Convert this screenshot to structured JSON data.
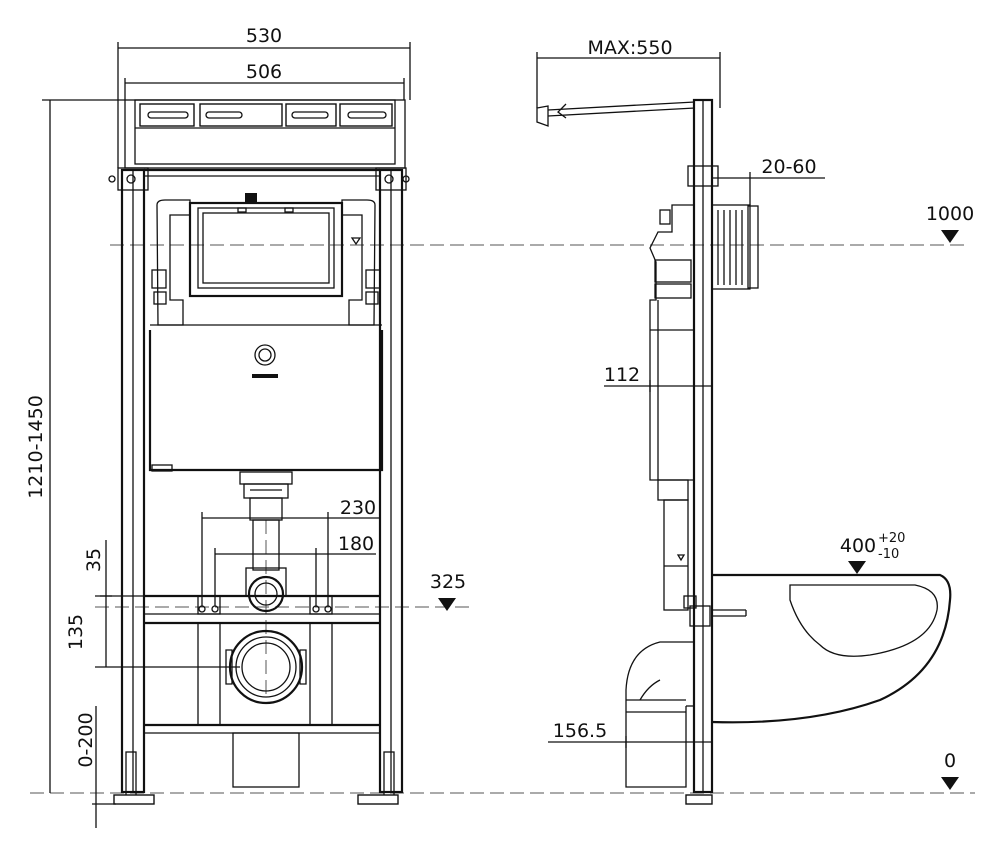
{
  "front_view": {
    "dims": {
      "width_outer": "530",
      "width_inner": "506",
      "height_range": "1210-1450",
      "pipe_spacing_outer": "230",
      "pipe_spacing_inner": "180",
      "offset_35": "35",
      "offset_135": "135",
      "foot_range": "0-200"
    },
    "levels": {
      "bolt_level": "325"
    }
  },
  "side_view": {
    "dims": {
      "max_depth": "MAX:550",
      "wall_range": "20-60",
      "depth_112": "112",
      "depth_156": "156.5"
    },
    "levels": {
      "flush_level": "1000",
      "bowl_level": "400",
      "bowl_tol_plus": "+20",
      "bowl_tol_minus": "-10",
      "floor_level": "0"
    }
  }
}
